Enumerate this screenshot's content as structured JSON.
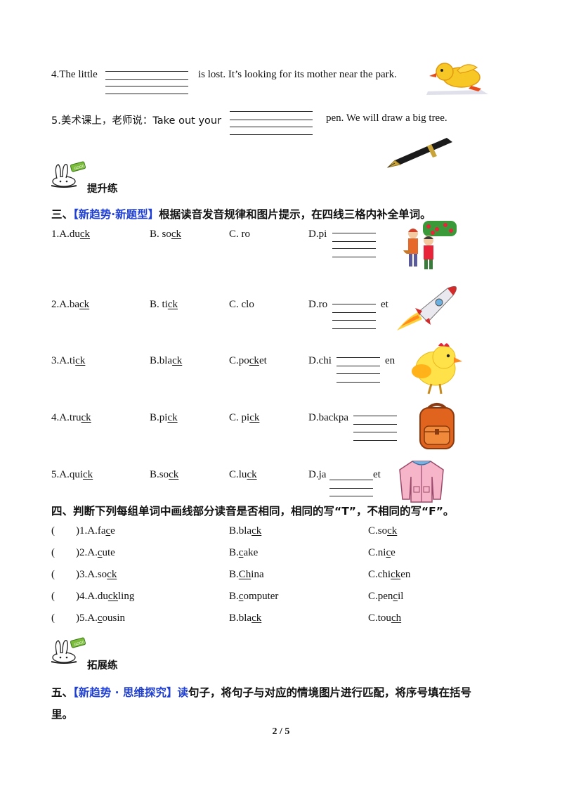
{
  "fill_in": [
    {
      "pre": "4.The little",
      "post": "is lost. It’s looking for its mother near the park."
    },
    {
      "pre": "5.美术课上，老师说：Take out your",
      "post": "pen. We will draw a big tree."
    }
  ],
  "section_improve": "提升练",
  "section3": {
    "num": "三、",
    "tag": "【新趋势·新题型】",
    "instruction": "根据读音发音规律和图片提示，在四线三格内补全单词。",
    "rows": [
      {
        "a": {
          "pre": "1.A.du",
          "ul": "ck",
          "post": ""
        },
        "b": {
          "pre": "B.  so",
          "ul": "ck",
          "post": ""
        },
        "c": {
          "pre": "C.  ro",
          "ul": "",
          "post": ""
        },
        "d_pre": "D.pi",
        "d_post": "",
        "picture": "apple-picking-children"
      },
      {
        "a": {
          "pre": "2.A.ba",
          "ul": "ck",
          "post": ""
        },
        "b": {
          "pre": "B.  ti",
          "ul": "ck",
          "post": ""
        },
        "c": {
          "pre": "C.  clo",
          "ul": "",
          "post": ""
        },
        "d_pre": "D.ro",
        "d_post": "et",
        "picture": "rocket"
      },
      {
        "a": {
          "pre": "3.A.ti",
          "ul": "ck",
          "post": ""
        },
        "b": {
          "pre": "B.bla",
          "ul": "ck",
          "post": ""
        },
        "c": {
          "pre": "C.po",
          "ul": "ck",
          "post": "et"
        },
        "d_pre": "D.chi",
        "d_post": "en",
        "picture": "chicken"
      },
      {
        "a": {
          "pre": "4.A.tru",
          "ul": "ck",
          "post": ""
        },
        "b": {
          "pre": "B.pi",
          "ul": "ck",
          "post": ""
        },
        "c": {
          "pre": "C.  pi",
          "ul": "ck",
          "post": ""
        },
        "d_pre": "D.backpa",
        "d_post": "",
        "picture": "backpack"
      },
      {
        "a": {
          "pre": "5.A.qui",
          "ul": "ck",
          "post": ""
        },
        "b": {
          "pre": "B.so",
          "ul": "ck",
          "post": ""
        },
        "c": {
          "pre": "C.lu",
          "ul": "ck",
          "post": ""
        },
        "d_pre": "D.ja",
        "d_post": "et",
        "picture": "jacket"
      }
    ]
  },
  "section4": {
    "title": "四、判断下列每组单词中画线部分读音是否相同，相同的写“T”，不相同的写“F”。",
    "rows": [
      {
        "paren_open": "(",
        "num": ")1.A.",
        "a": [
          "fa",
          "c",
          "e"
        ],
        "b": [
          "B.bla",
          "ck",
          ""
        ],
        "c": [
          "C.so",
          "ck",
          ""
        ]
      },
      {
        "paren_open": "(",
        "num": ")2.A.",
        "a": [
          "",
          "c",
          "ute"
        ],
        "b": [
          "B.",
          "c",
          "ake"
        ],
        "c": [
          "C.ni",
          "c",
          "e"
        ]
      },
      {
        "paren_open": "(",
        "num": ")3.A.",
        "a": [
          "so",
          "ck",
          ""
        ],
        "b": [
          "B.",
          "Ch",
          "ina"
        ],
        "c": [
          "C.chi",
          "ck",
          "en"
        ]
      },
      {
        "paren_open": "(",
        "num": ")4.A.",
        "a": [
          "du",
          "ck",
          "ling"
        ],
        "b": [
          "B.",
          "c",
          "omputer"
        ],
        "c": [
          "C.pen",
          "c",
          "il"
        ]
      },
      {
        "paren_open": "(",
        "num": ")5.A.",
        "a": [
          "",
          "c",
          "ousin"
        ],
        "b": [
          "B.bla",
          "ck",
          ""
        ],
        "c": [
          "C.tou",
          "ch",
          ""
        ]
      }
    ]
  },
  "section_extend": "拓展练",
  "section5": {
    "num": "五、",
    "tag": "【新趋势 · 思维探究】",
    "lead": "读",
    "instruction": "句子，将句子与对应的情境图片进行匹配，将序号填在括号",
    "line2": "里。"
  },
  "page_number": "2 / 5",
  "colors": {
    "accent_blue": "#1f3fd2",
    "text": "#111111"
  }
}
